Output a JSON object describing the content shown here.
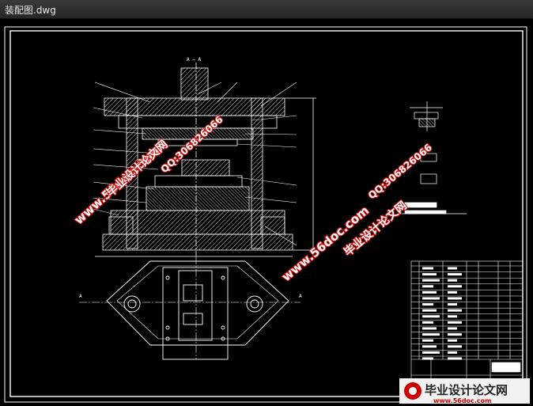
{
  "window": {
    "title": "装配图.dwg"
  },
  "drawing": {
    "section_label": "A — A",
    "view_label_left": "A",
    "view_label_right": "A"
  },
  "watermarks": {
    "site": "www.56doc.com",
    "brand": "毕业设计论文网",
    "qq": "QQ:306826066"
  },
  "logo": {
    "text": "毕业设计论文网",
    "url": "www.56doc.com"
  },
  "colors": {
    "background": "#000000",
    "lines": "#ffffff",
    "watermark_fill": "#ffffff",
    "watermark_stroke": "#dd1111",
    "logo_red": "#cc0000"
  }
}
